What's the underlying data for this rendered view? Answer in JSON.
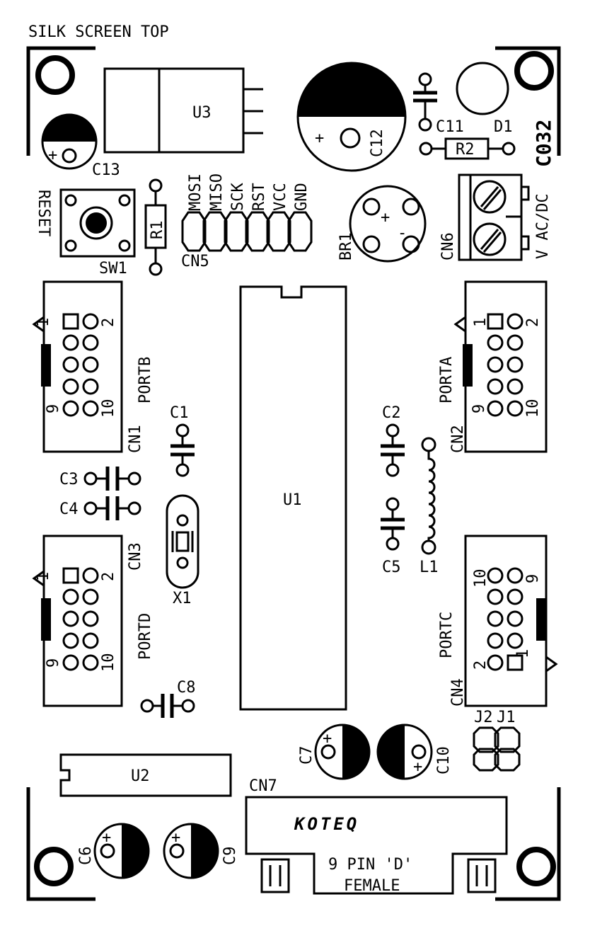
{
  "title": "SILK SCREEN TOP",
  "board_code": "C032",
  "logo_text": "KOTEQ",
  "parts": {
    "u1": "U1",
    "u2": "U2",
    "u3": "U3",
    "c1": "C1",
    "c2": "C2",
    "c3": "C3",
    "c4": "C4",
    "c5": "C5",
    "c6": "C6",
    "c7": "C7",
    "c8": "C8",
    "c9": "C9",
    "c10": "C10",
    "c11": "C11",
    "c12": "C12",
    "c13": "C13",
    "r1": "R1",
    "r2": "R2",
    "d1": "D1",
    "l1": "L1",
    "x1": "X1",
    "sw1": "SW1",
    "reset": "RESET",
    "br1": "BR1",
    "cn1": "CN1",
    "cn2": "CN2",
    "cn3": "CN3",
    "cn4": "CN4",
    "cn5": "CN5",
    "cn6": "CN6",
    "cn7": "CN7",
    "j1": "J1",
    "j2": "J2"
  },
  "ports": {
    "porta": "PORTA",
    "portb": "PORTB",
    "portc": "PORTC",
    "portd": "PORTD"
  },
  "pin_numbers": {
    "p1": "1",
    "p2": "2",
    "p9": "9",
    "p10": "10"
  },
  "isp_pins": [
    "MOSI",
    "MISO",
    "SCK",
    "RST",
    "VCC",
    "GND"
  ],
  "power_input": "V AC/DC",
  "connector_desc": {
    "line1": "9 PIN 'D'",
    "line2": "FEMALE"
  },
  "polarity": {
    "plus": "+",
    "minus": "-"
  }
}
